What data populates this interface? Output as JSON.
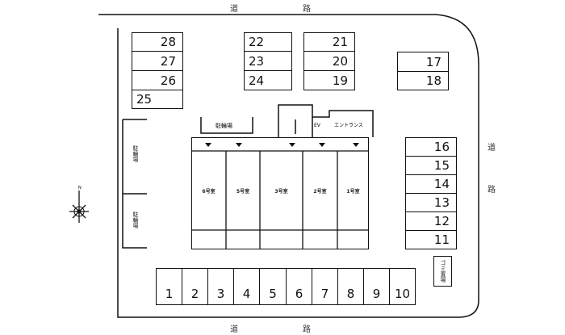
{
  "roads": {
    "top": [
      "道",
      "路"
    ],
    "right": [
      "道",
      "路"
    ],
    "bottom": [
      "道",
      "路"
    ]
  },
  "parking": {
    "left_column": [
      "28",
      "27",
      "26",
      "25"
    ],
    "middle_column": [
      "22",
      "23",
      "24"
    ],
    "right_middle_column": [
      "21",
      "20",
      "19"
    ],
    "top_right": [
      "17",
      "18"
    ],
    "right_column": [
      "16",
      "15",
      "14",
      "13",
      "12",
      "11"
    ],
    "bottom_row": [
      "1",
      "2",
      "3",
      "4",
      "5",
      "6",
      "7",
      "8",
      "9",
      "10"
    ]
  },
  "building": {
    "rooms": [
      "6号室",
      "5号室",
      "3号室",
      "2号室",
      "1号室"
    ],
    "ev": "EV",
    "entrance": "エントランス"
  },
  "bicycle_parking": {
    "top": "駐輪場",
    "left_upper": "駐輪場",
    "left_lower": "駐輪場"
  },
  "garbage": "ゴミ置場",
  "compass": "N"
}
